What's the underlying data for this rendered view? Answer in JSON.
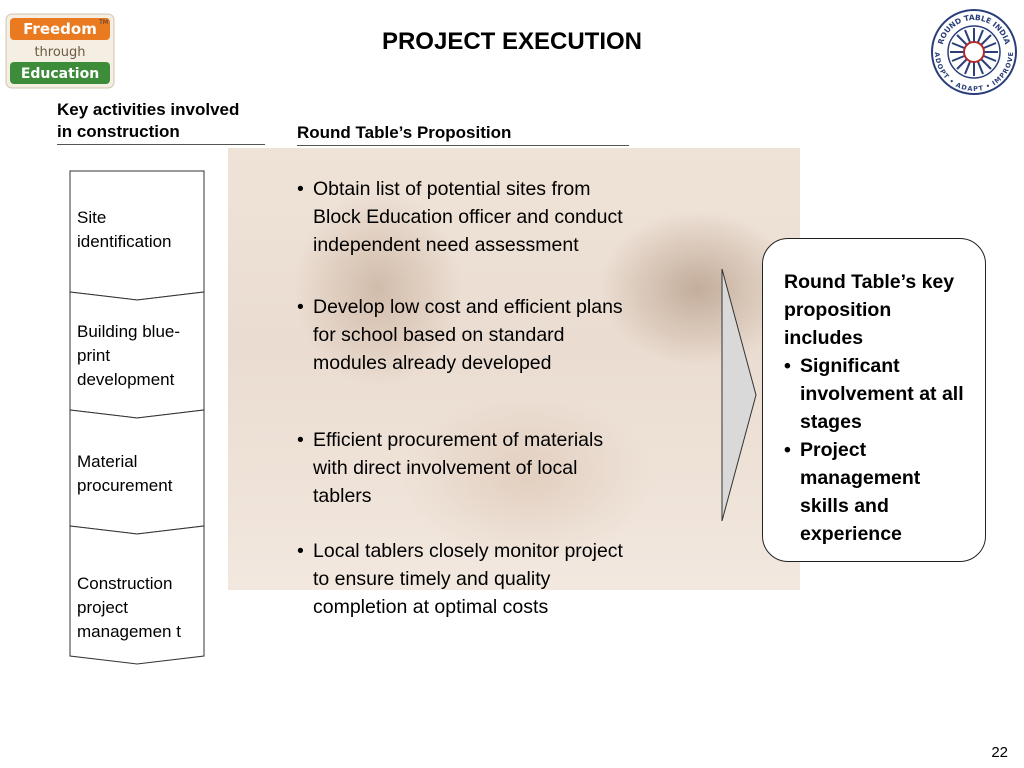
{
  "slide": {
    "title": "PROJECT EXECUTION",
    "page_number": "22"
  },
  "logos": {
    "left": {
      "lines": [
        "Freedom",
        "through",
        "Education"
      ],
      "mark": "TM"
    },
    "right": {
      "ring_text": "ROUND TABLE INDIA",
      "motto": "ADOPT • ADAPT • IMPROVE"
    }
  },
  "activities": {
    "heading_line1": "Key activities involved",
    "heading_line2": "in construction",
    "steps": [
      {
        "label": "Site identification"
      },
      {
        "label": "Building blue-print development"
      },
      {
        "label": "Material procurement"
      },
      {
        "label": "Construction project managemen t"
      }
    ]
  },
  "proposition": {
    "heading": "Round Table’s Proposition",
    "bullet_glyph": "•",
    "bullets": [
      "Obtain list of potential sites from Block Education officer and conduct independent need assessment",
      "Develop low cost and efficient plans for school based on standard modules already developed",
      "Efficient procurement of materials with direct involvement of local tablers",
      "Local tablers closely monitor project to ensure timely and quality completion at optimal costs"
    ]
  },
  "key_box": {
    "intro": "Round Table’s key proposition includes",
    "items": [
      "Significant involvement at all stages",
      "Project management skills and experience"
    ]
  },
  "colors": {
    "logo_orange": "#e97a1f",
    "logo_green": "#3c8c3a",
    "seal_blue": "#2a3f7a",
    "seal_red": "#b02a2a",
    "arrow_fill": "#d9d9d9"
  }
}
